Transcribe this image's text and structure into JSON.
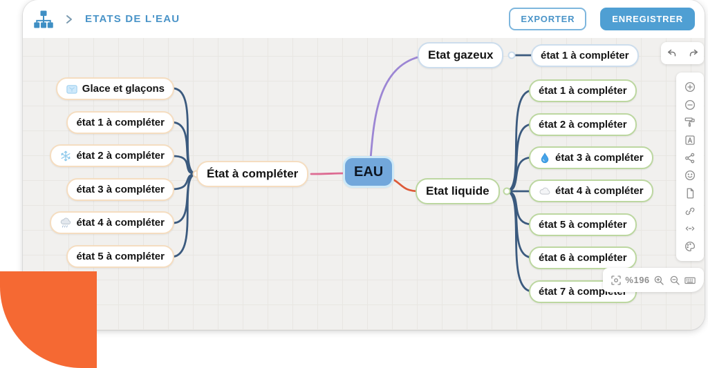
{
  "header": {
    "logo": "sitemap-icon",
    "breadcrumb": "ETATS DE L'EAU",
    "export_label": "EXPORTER",
    "save_label": "ENREGISTRER"
  },
  "colors": {
    "accent_blue": "#4a94c8",
    "save_button_bg": "#4f9fd3",
    "root_fill": "#72a7db",
    "root_border": "#cfeaf8",
    "left_branch_border": "#f5ddc0",
    "gas_branch_border": "#ccdded",
    "liquid_branch_border": "#bcd7a0",
    "line_left": "#dd6b92",
    "line_gas": "#9c86d4",
    "line_liquid": "#dd5a38",
    "line_children": "#3b5a7e",
    "orange_shape": "#f56933",
    "toolbar_icon_gray": "#8a8a8a"
  },
  "map": {
    "root": {
      "label": "EAU"
    },
    "left": {
      "label": "État à compléter",
      "children": [
        {
          "icon": "ice-cube-icon",
          "label": "Glace et glaçons"
        },
        {
          "label": "état 1 à compléter"
        },
        {
          "icon": "snowflake-icon",
          "label": "état 2 à compléter"
        },
        {
          "label": "état 3 à compléter"
        },
        {
          "icon": "rain-cloud-icon",
          "label": "état 4 à compléter"
        },
        {
          "label": "état 5 à compléter"
        }
      ]
    },
    "gas": {
      "label": "Etat gazeux",
      "children": [
        {
          "label": "état 1 à compléter"
        }
      ]
    },
    "liquid": {
      "label": "Etat liquide",
      "children": [
        {
          "label": "état 1 à compléter"
        },
        {
          "label": "état 2 à compléter"
        },
        {
          "icon": "droplet-icon",
          "label": "état 3 à compléter"
        },
        {
          "icon": "cloud-icon",
          "label": "état 4 à compléter"
        },
        {
          "label": "état 5 à compléter"
        },
        {
          "label": "état 6 à compléter"
        },
        {
          "label": "état 7 à compléter"
        }
      ]
    }
  },
  "undo_redo": {
    "undo": "undo-icon",
    "redo": "redo-icon"
  },
  "side_toolbar": {
    "icons": [
      "plus-circle-icon",
      "minus-circle-icon",
      "paint-roller-icon",
      "text-style-icon",
      "share-icon",
      "emoji-icon",
      "file-icon",
      "link-icon",
      "code-icon",
      "palette-icon"
    ]
  },
  "statusbar": {
    "fit_icon": "focus-icon",
    "zoom_level": "%196",
    "zoom_in": "zoom-in-icon",
    "zoom_out": "zoom-out-icon",
    "keyboard_icon": "keyboard-icon"
  }
}
